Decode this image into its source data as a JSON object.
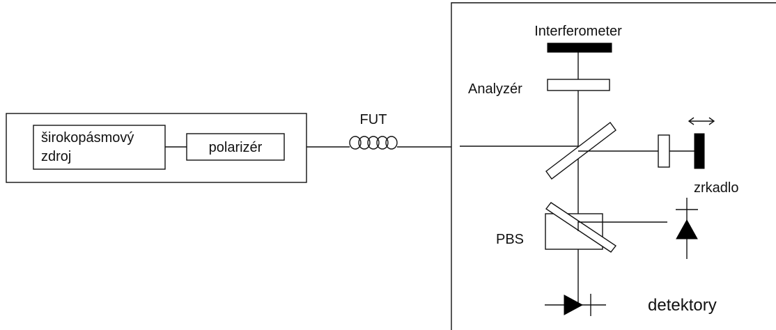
{
  "labels": {
    "source_line1": "širokopásmový",
    "source_line2": "zdroj",
    "polarizer": "polarizér",
    "fut": "FUT",
    "interferometer": "Interferometer",
    "analyzer": "Analyzér",
    "mirror": "zrkadlo",
    "pbs": "PBS",
    "detectors": "detektory"
  },
  "colors": {
    "stroke": "#111111",
    "fill": "#000000",
    "background": "#ffffff"
  },
  "icons": {
    "fiber_coil": "fiber-coil-icon",
    "move_arrow": "double-arrow-icon",
    "photodiode": "photodiode-icon"
  }
}
